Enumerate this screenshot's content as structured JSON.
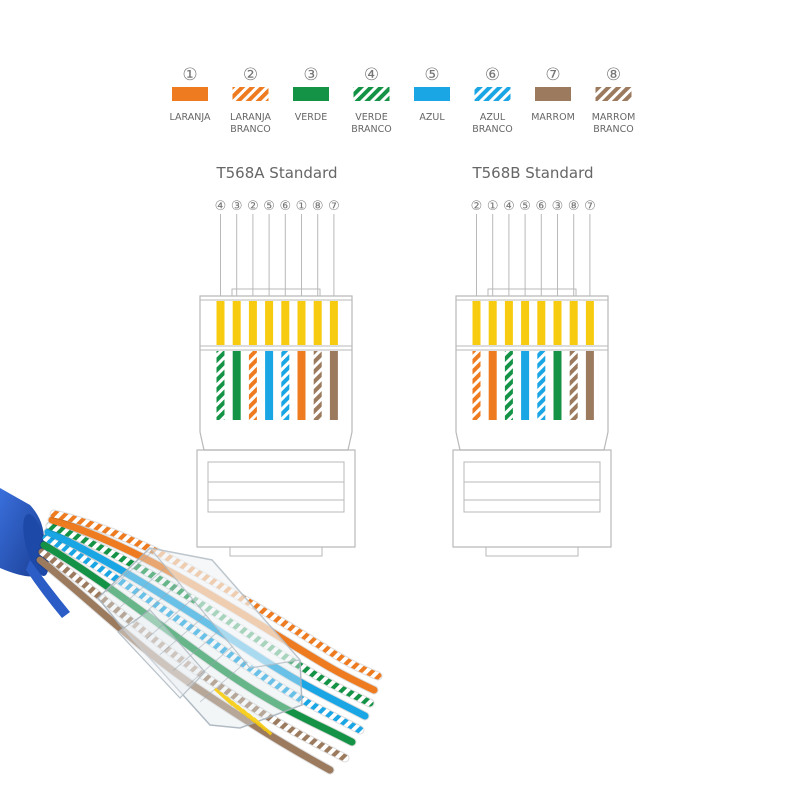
{
  "colors": {
    "orange": "#ee7b1f",
    "green": "#149346",
    "blue": "#1aa6e4",
    "brown": "#9b7a5e",
    "gold": "#f7cb0f",
    "white": "#ffffff",
    "line": "#b9b9b9",
    "cable_blue": "#2453b8"
  },
  "legend": [
    {
      "num": "①",
      "line1": "LARANJA",
      "line2": "",
      "color": "orange",
      "striped": false
    },
    {
      "num": "②",
      "line1": "LARANJA",
      "line2": "BRANCO",
      "color": "orange",
      "striped": true
    },
    {
      "num": "③",
      "line1": "VERDE",
      "line2": "",
      "color": "green",
      "striped": false
    },
    {
      "num": "④",
      "line1": "VERDE",
      "line2": "BRANCO",
      "color": "green",
      "striped": true
    },
    {
      "num": "⑤",
      "line1": "AZUL",
      "line2": "",
      "color": "blue",
      "striped": false
    },
    {
      "num": "⑥",
      "line1": "AZUL",
      "line2": "BRANCO",
      "color": "blue",
      "striped": true
    },
    {
      "num": "⑦",
      "line1": "MARROM",
      "line2": "",
      "color": "brown",
      "striped": false
    },
    {
      "num": "⑧",
      "line1": "MARROM",
      "line2": "BRANCO",
      "color": "brown",
      "striped": true
    }
  ],
  "standards": [
    {
      "title": "T568A Standard",
      "pins": [
        "④",
        "③",
        "②",
        "⑤",
        "⑥",
        "①",
        "⑧",
        "⑦"
      ],
      "order": [
        4,
        3,
        2,
        5,
        6,
        1,
        8,
        7
      ]
    },
    {
      "title": "T568B Standard",
      "pins": [
        "②",
        "①",
        "④",
        "⑤",
        "⑥",
        "③",
        "⑧",
        "⑦"
      ],
      "order": [
        2,
        1,
        4,
        5,
        6,
        3,
        8,
        7
      ]
    }
  ]
}
